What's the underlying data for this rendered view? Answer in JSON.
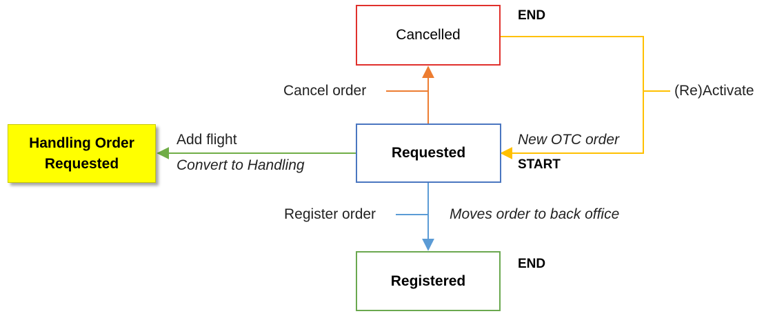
{
  "states": {
    "cancelled": {
      "label": "Cancelled",
      "border": "#e0302c"
    },
    "requested": {
      "label": "Requested",
      "border": "#4a76c0"
    },
    "registered": {
      "label": "Registered",
      "border": "#6aa84f"
    },
    "handling": {
      "label_line1": "Handling Order",
      "label_line2": "Requested",
      "fill": "#ffff00"
    }
  },
  "markers": {
    "cancelled_end": "END",
    "registered_end": "END",
    "requested_start": "START"
  },
  "transitions": {
    "cancel_order": {
      "label": "Cancel order",
      "color": "#ed7d31"
    },
    "reactivate": {
      "label": "(Re)Activate",
      "color": "#ffc000"
    },
    "new_otc_order": {
      "label": "New OTC order",
      "color": "#ffc000"
    },
    "add_flight": {
      "label": "Add flight",
      "color": "#70ad47"
    },
    "convert_to_handling": {
      "label": "Convert to Handling",
      "color": "#70ad47"
    },
    "register_order": {
      "label": "Register order",
      "color": "#5b9bd5"
    },
    "moves_order": {
      "label": "Moves order to back office",
      "color": "#5b9bd5"
    }
  }
}
